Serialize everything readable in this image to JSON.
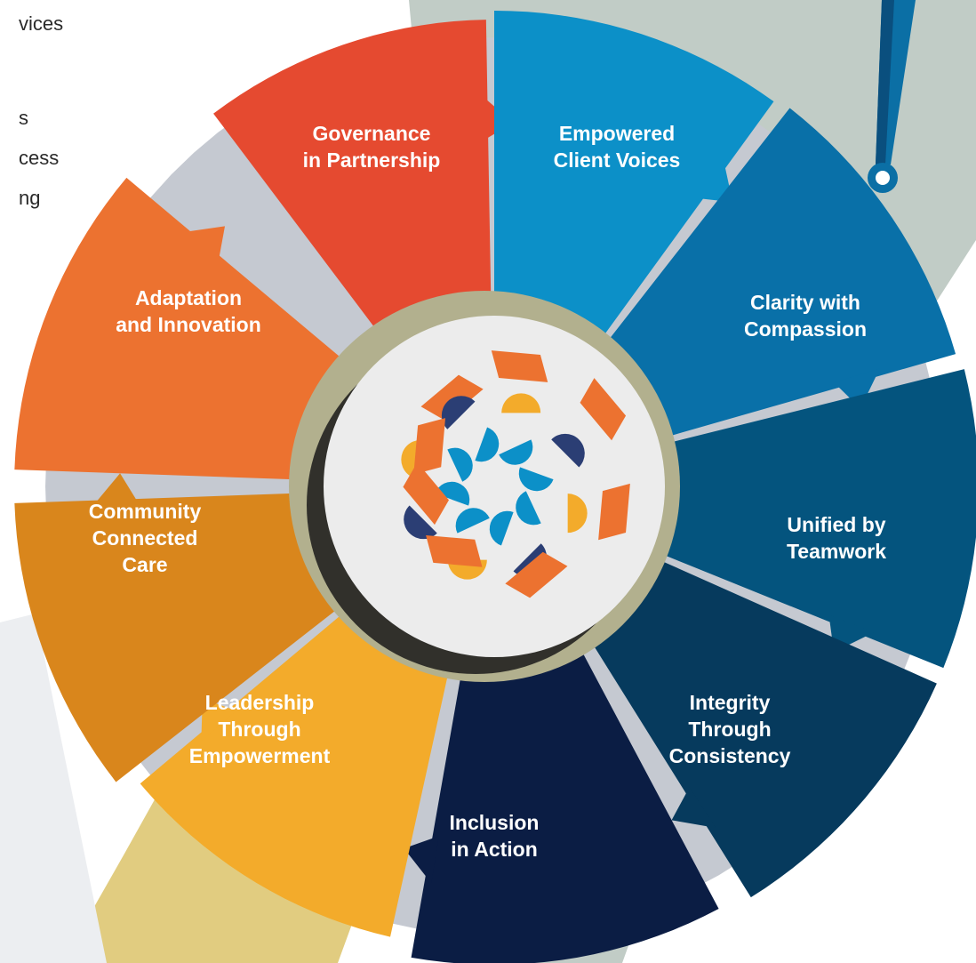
{
  "intro_lines": [
    "vices",
    "",
    "s",
    "cess",
    "ng"
  ],
  "center_logo": "pinwheel-logo",
  "segments": [
    {
      "lines": [
        "Governance",
        "in Partnership"
      ],
      "color": "#e54a30"
    },
    {
      "lines": [
        "Empowered",
        "Client Voices"
      ],
      "color": "#0c90c8"
    },
    {
      "lines": [
        "Clarity with",
        "Compassion"
      ],
      "color": "#0970a8"
    },
    {
      "lines": [
        "Unified by",
        "Teamwork"
      ],
      "color": "#04547e"
    },
    {
      "lines": [
        "Integrity",
        "Through",
        "Consistency"
      ],
      "color": "#063a5d"
    },
    {
      "lines": [
        "Inclusion",
        "in Action"
      ],
      "color": "#0b1d44"
    },
    {
      "lines": [
        "Leadership",
        "Through",
        "Empowerment"
      ],
      "color": "#f3ab2b"
    },
    {
      "lines": [
        "Community",
        "Connected",
        "Care"
      ],
      "color": "#d9861c"
    },
    {
      "lines": [
        "Adaptation",
        "and Innovation"
      ],
      "color": "#ec7230"
    }
  ],
  "colors": {
    "ring": "#b2b08e",
    "gray_band": "#c5c9d1",
    "bg_sage": "#c1ccc6",
    "bg_sand": "#e1cc80",
    "bg_gray": "#eceef1",
    "pin": "#0b6fa5"
  }
}
